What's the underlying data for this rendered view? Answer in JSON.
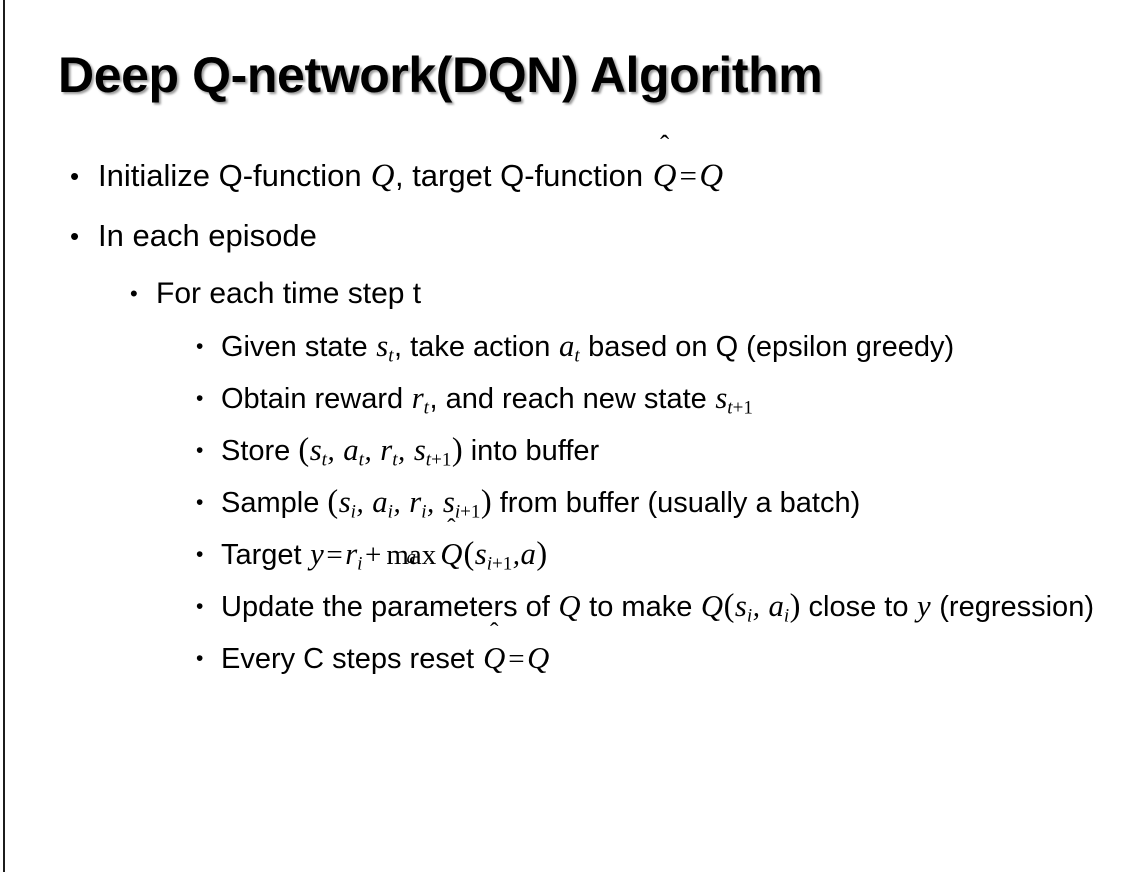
{
  "slide": {
    "title": "Deep Q-network(DQN) Algorithm",
    "background_color": "#ffffff",
    "text_color": "#000000",
    "border_color": "#1c1c1c",
    "bullet_glyph": "•"
  },
  "content": {
    "b1": {
      "level": 1,
      "plain": "Initialize Q-function Q, target Q-function Q̂ = Q",
      "p1": "Initialize Q-function ",
      "var_q1": "Q",
      "p2": ", target Q-function ",
      "qhat": "Q",
      "hat": "̂",
      "eq": "=",
      "var_q2": "Q"
    },
    "b2": {
      "level": 1,
      "plain": "In each episode",
      "text": "In each episode"
    },
    "b3": {
      "level": 2,
      "plain": "For each time step t",
      "text": "For each time step t"
    },
    "b4": {
      "level": 3,
      "plain": "Given state s_t, take action a_t based on Q (epsilon greedy)",
      "p1": "Given state ",
      "var_s": "s",
      "sub_s": "t",
      "p2": ", take action ",
      "var_a": "a",
      "sub_a": "t",
      "p3": " based on Q (epsilon greedy)"
    },
    "b5": {
      "level": 3,
      "plain": "Obtain reward r_t, and reach new state s_{t+1}",
      "p1": "Obtain reward ",
      "var_r": "r",
      "sub_r": "t",
      "p2": ", and reach new state ",
      "var_s": "s",
      "sub_s_i": "t",
      "sub_s_plus": "+1"
    },
    "b6": {
      "level": 3,
      "plain": "Store (s_t, a_t, r_t, s_{t+1}) into buffer",
      "p1": "Store ",
      "open": "(",
      "var_s1": "s",
      "sub_s1": "t",
      "c1": ",",
      "var_a": "a",
      "sub_a": "t",
      "c2": ",",
      "var_r": "r",
      "sub_r": "t",
      "c3": ",",
      "var_s2": "s",
      "sub_s2_i": "t",
      "sub_s2_plus": "+1",
      "close": ")",
      "p2": " into buffer"
    },
    "b7": {
      "level": 3,
      "plain": "Sample (s_i, a_i, r_i, s_{i+1}) from buffer (usually a batch)",
      "p1": "Sample ",
      "open": "(",
      "var_s1": "s",
      "sub_s1": "i",
      "c1": ",",
      "var_a": "a",
      "sub_a": "i",
      "c2": ",",
      "var_r": "r",
      "sub_r": "i",
      "c3": ",",
      "var_s2": "s",
      "sub_s2_i": "i",
      "sub_s2_plus": "+1",
      "close": ")",
      "p2": " from buffer (usually a batch)"
    },
    "b8": {
      "level": 3,
      "plain": "Target y = r_i + max_a Q̂(s_{i+1}, a)",
      "p1": "Target ",
      "var_y": "y",
      "eq": "=",
      "var_r": "r",
      "sub_r": "i",
      "plus": "+",
      "max": "max",
      "max_under": "a",
      "qhat": "Q",
      "hat": "̂",
      "open": "(",
      "var_s": "s",
      "sub_s_i": "i",
      "sub_s_plus": "+1",
      "comma": ",",
      "var_a": "a",
      "close": ")"
    },
    "b9": {
      "level": 3,
      "plain": "Update the parameters of Q to make Q(s_i, a_i) close to y (regression)",
      "p1": "Update the parameters of ",
      "var_q1": "Q",
      "p2": " to make ",
      "var_q2": "Q",
      "open": "(",
      "var_s": "s",
      "sub_s": "i",
      "c1": ",",
      "var_a": "a",
      "sub_a": "i",
      "close": ")",
      "p3": " close to ",
      "var_y": "y",
      "p4": " (regression)"
    },
    "b10": {
      "level": 3,
      "plain": "Every C steps reset Q̂ = Q",
      "p1": "Every C steps reset ",
      "qhat": "Q",
      "hat": "̂",
      "eq": "=",
      "var_q": "Q"
    }
  }
}
